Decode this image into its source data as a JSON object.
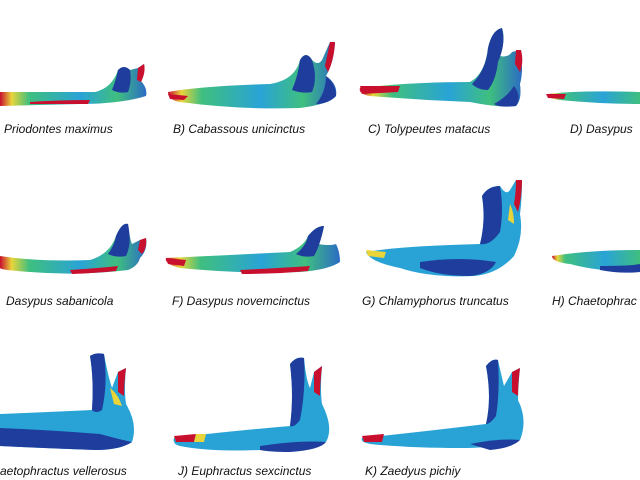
{
  "colors": {
    "low": "#1f3d9c",
    "mid_low": "#29a3d6",
    "mid": "#3fbf7f",
    "mid_high": "#e9d53a",
    "high": "#c8102e",
    "background": "#ffffff"
  },
  "panels": [
    {
      "id": "a",
      "caption": "Priodontes maximus"
    },
    {
      "id": "b",
      "caption": "B) Cabassous unicinctus"
    },
    {
      "id": "c",
      "caption": "C) Tolypeutes matacus"
    },
    {
      "id": "d",
      "caption": "D) Dasypus"
    },
    {
      "id": "e",
      "caption": "Dasypus sabanicola"
    },
    {
      "id": "f",
      "caption": "F) Dasypus novemcinctus"
    },
    {
      "id": "g",
      "caption": "G) Chlamyphorus truncatus"
    },
    {
      "id": "h",
      "caption": "H) Chaetophrac"
    },
    {
      "id": "i",
      "caption": "aetophractus vellerosus"
    },
    {
      "id": "j",
      "caption": "J) Euphractus sexcinctus"
    },
    {
      "id": "k",
      "caption": "K) Zaedyus pichiy"
    }
  ]
}
